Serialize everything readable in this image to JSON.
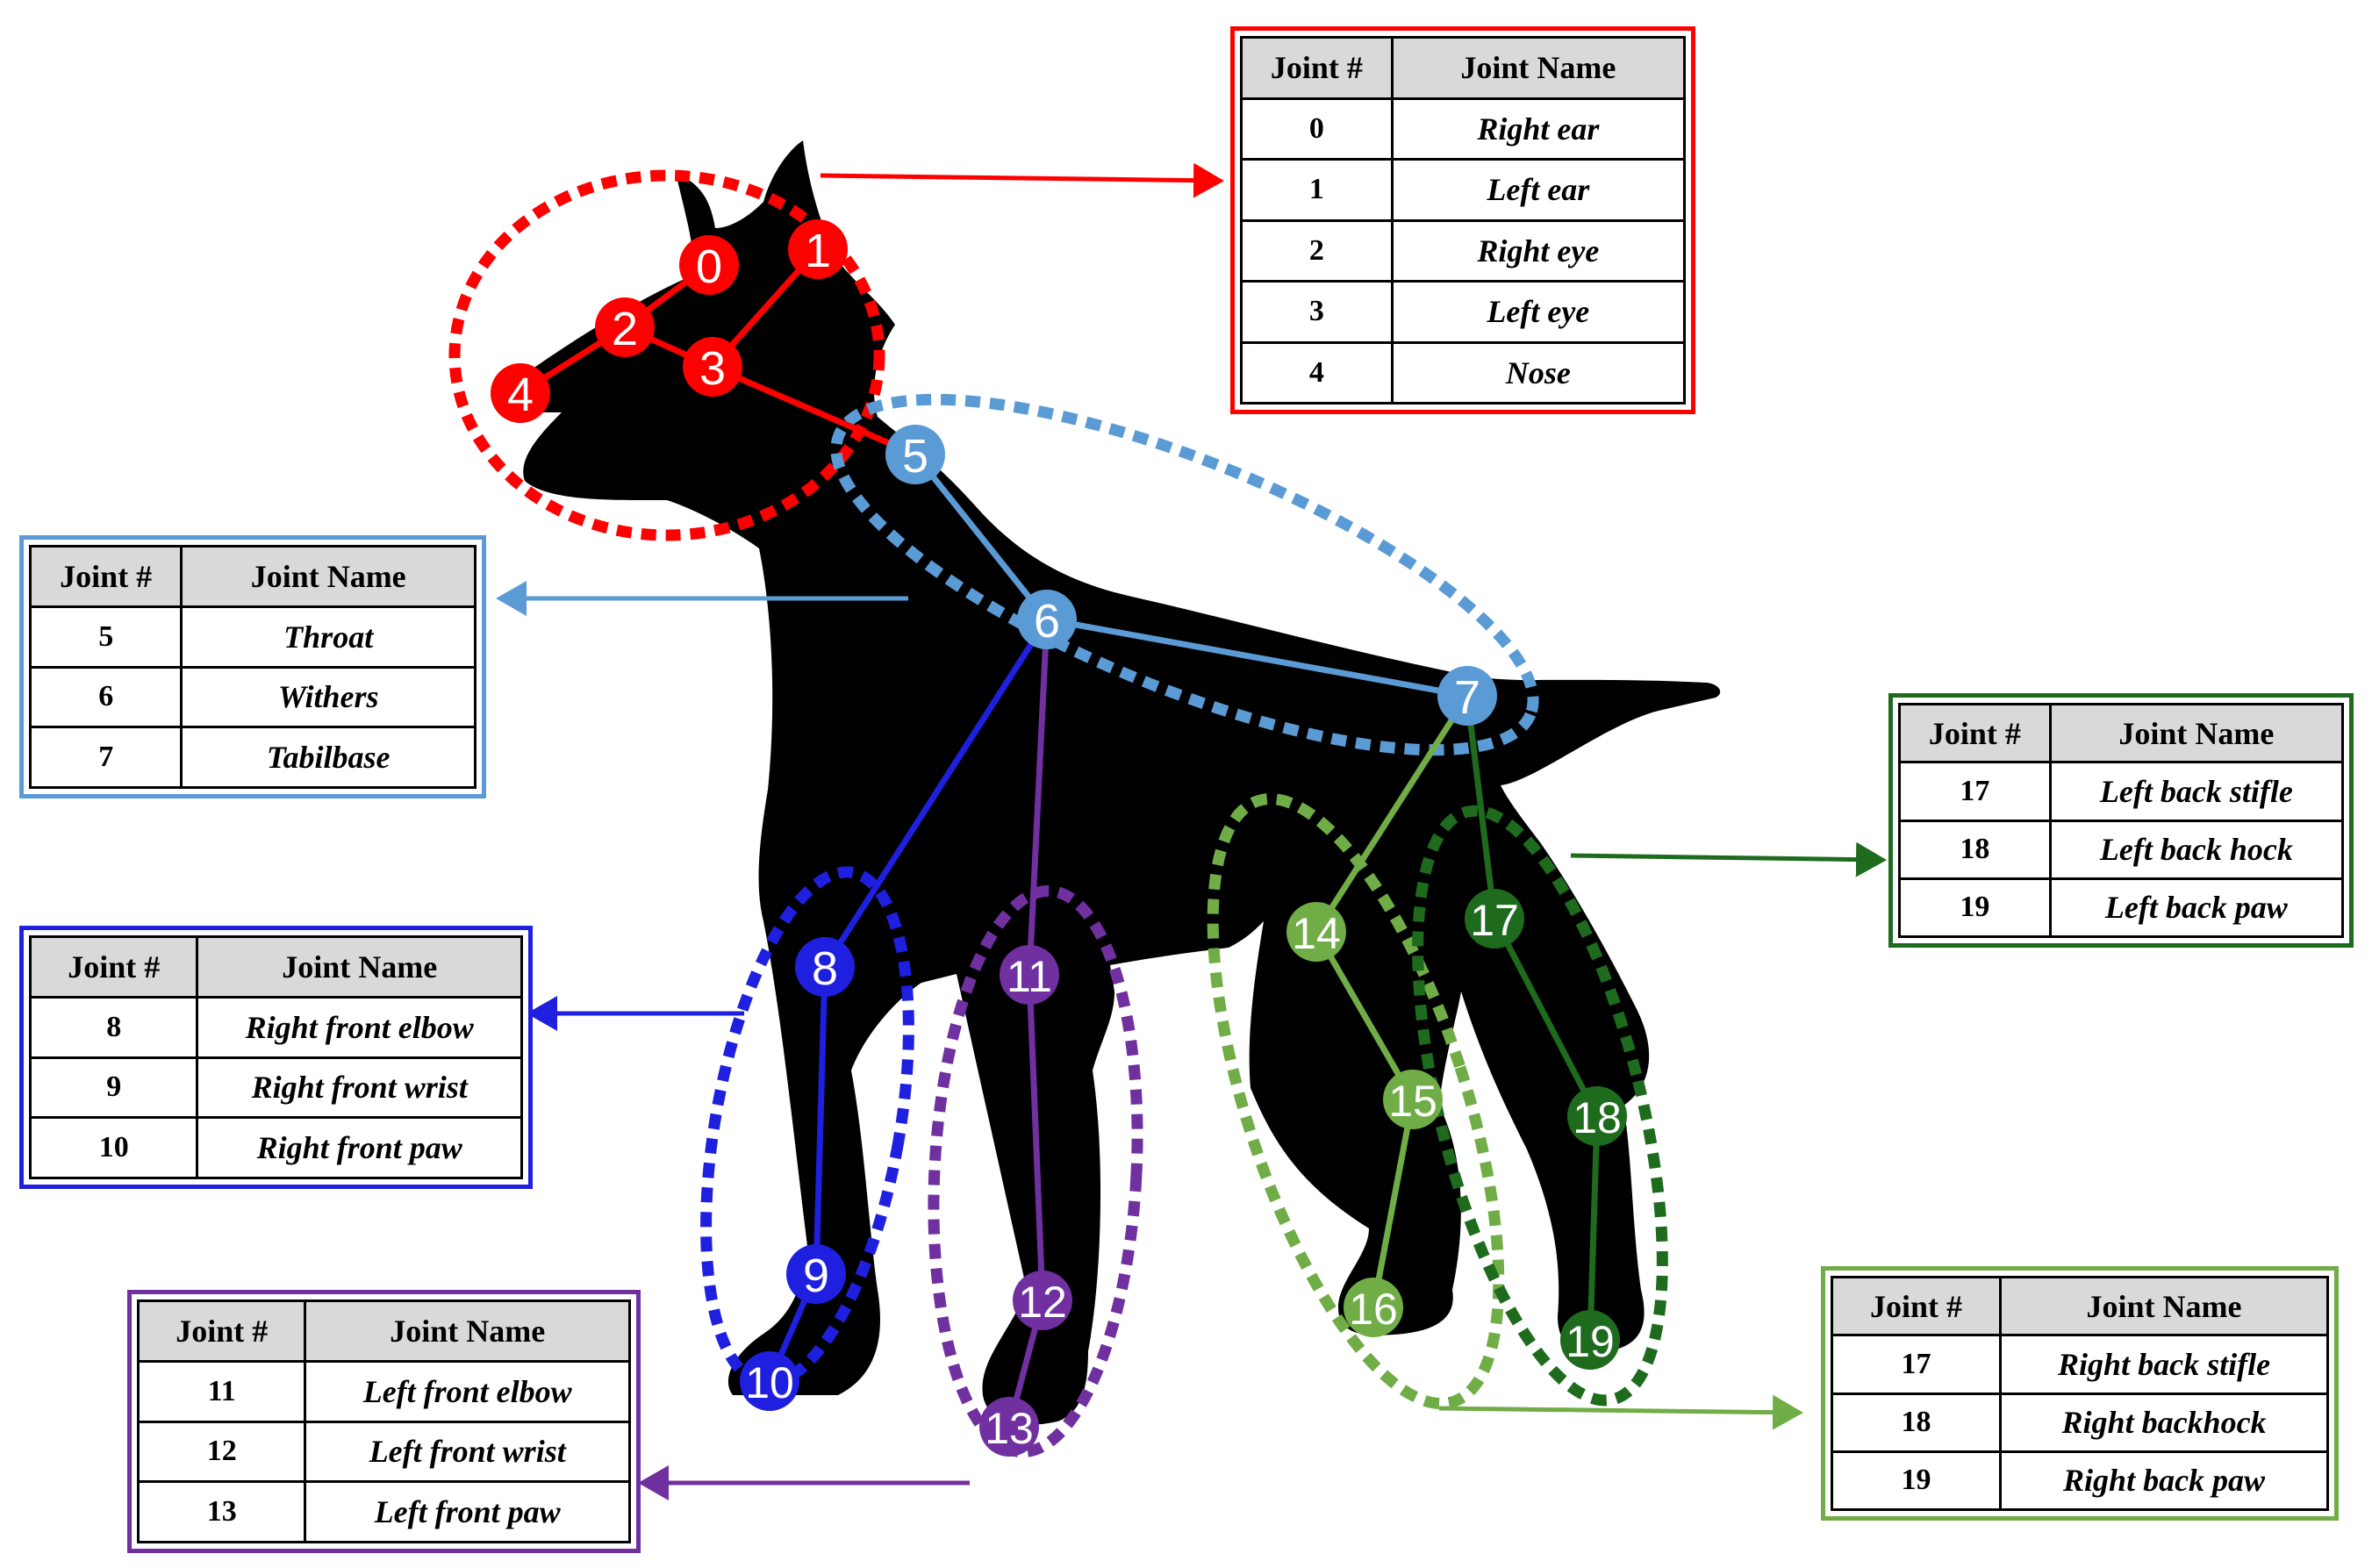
{
  "tables": [
    {
      "id": "head",
      "color": "#ff0000",
      "header": [
        "Joint #",
        "Joint Name"
      ],
      "rows": [
        [
          "0",
          "Right ear"
        ],
        [
          "1",
          "Left  ear"
        ],
        [
          "2",
          "Right eye"
        ],
        [
          "3",
          "Left eye"
        ],
        [
          "4",
          "Nose"
        ]
      ]
    },
    {
      "id": "spine",
      "color": "#5b9bd5",
      "header": [
        "Joint #",
        "Joint Name"
      ],
      "rows": [
        [
          "5",
          "Throat"
        ],
        [
          "6",
          "Withers"
        ],
        [
          "7",
          "Tabilbase"
        ]
      ]
    },
    {
      "id": "right-front",
      "color": "#1f1fe0",
      "header": [
        "Joint #",
        "Joint Name"
      ],
      "rows": [
        [
          "8",
          "Right front elbow"
        ],
        [
          "9",
          "Right front wrist"
        ],
        [
          "10",
          "Right front paw"
        ]
      ]
    },
    {
      "id": "left-front",
      "color": "#7030a0",
      "header": [
        "Joint #",
        "Joint Name"
      ],
      "rows": [
        [
          "11",
          "Left front elbow"
        ],
        [
          "12",
          "Left front wrist"
        ],
        [
          "13",
          "Left front paw"
        ]
      ]
    },
    {
      "id": "left-back",
      "color": "#1e6b1e",
      "header": [
        "Joint #",
        "Joint Name"
      ],
      "rows": [
        [
          "17",
          "Left back stifle"
        ],
        [
          "18",
          "Left back hock"
        ],
        [
          "19",
          "Left back paw"
        ]
      ]
    },
    {
      "id": "right-back",
      "color": "#70ad47",
      "header": [
        "Joint #",
        "Joint Name"
      ],
      "rows": [
        [
          "17",
          "Right back stifle"
        ],
        [
          "18",
          "Right backhock"
        ],
        [
          "19",
          "Right back paw"
        ]
      ]
    }
  ],
  "joints": [
    {
      "label": "0",
      "color": "#ff0000"
    },
    {
      "label": "1",
      "color": "#ff0000"
    },
    {
      "label": "2",
      "color": "#ff0000"
    },
    {
      "label": "3",
      "color": "#ff0000"
    },
    {
      "label": "4",
      "color": "#ff0000"
    },
    {
      "label": "5",
      "color": "#5b9bd5"
    },
    {
      "label": "6",
      "color": "#5b9bd5"
    },
    {
      "label": "7",
      "color": "#5b9bd5"
    },
    {
      "label": "8",
      "color": "#1f1fe0"
    },
    {
      "label": "9",
      "color": "#1f1fe0"
    },
    {
      "label": "10",
      "color": "#1f1fe0"
    },
    {
      "label": "11",
      "color": "#7030a0"
    },
    {
      "label": "12",
      "color": "#7030a0"
    },
    {
      "label": "13",
      "color": "#7030a0"
    },
    {
      "label": "14",
      "color": "#70ad47"
    },
    {
      "label": "15",
      "color": "#70ad47"
    },
    {
      "label": "16",
      "color": "#70ad47"
    },
    {
      "label": "17",
      "color": "#1e6b1e"
    },
    {
      "label": "18",
      "color": "#1e6b1e"
    },
    {
      "label": "19",
      "color": "#1e6b1e"
    }
  ]
}
